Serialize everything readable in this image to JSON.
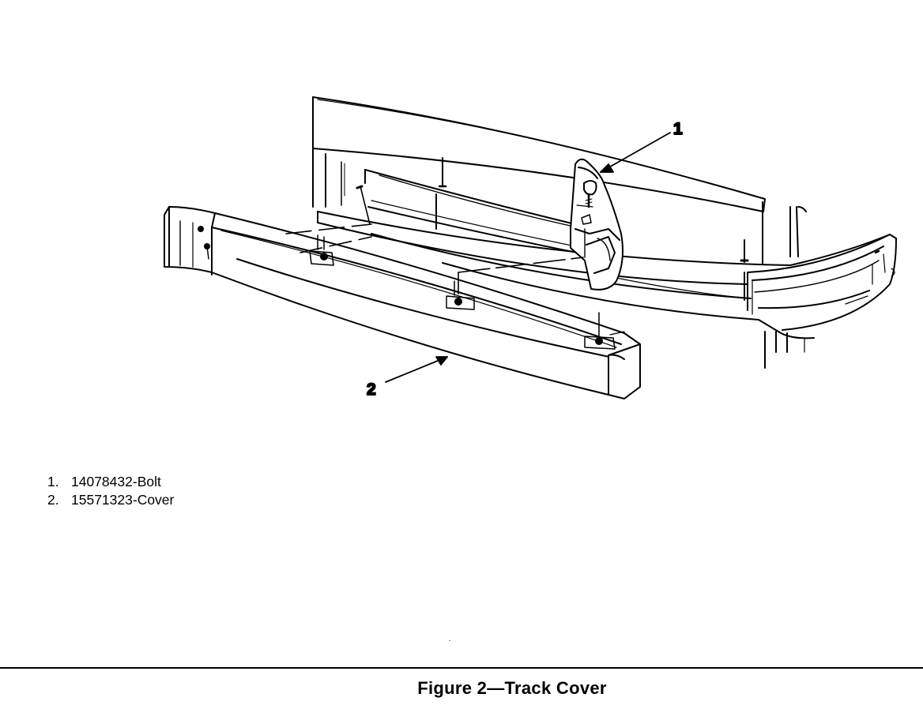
{
  "figure": {
    "caption": "Figure 2—Track Cover",
    "callouts": [
      {
        "label": "1"
      },
      {
        "label": "2"
      }
    ],
    "legend": [
      {
        "num": "1.",
        "text": "14078432-Bolt"
      },
      {
        "num": "2.",
        "text": "15571323-Cover"
      }
    ]
  }
}
